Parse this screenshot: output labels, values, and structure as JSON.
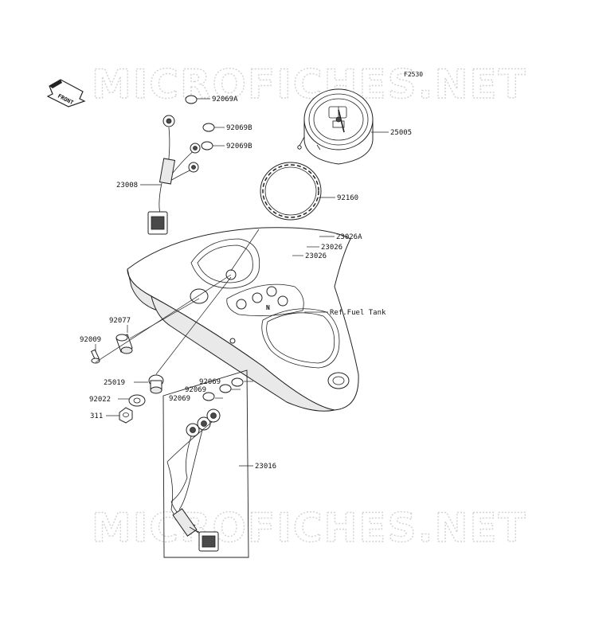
{
  "diagram": {
    "code": "F2530",
    "watermark": "MICROFICHES.NET",
    "front_label": "FRONT",
    "labels": {
      "p92069A": "92069A",
      "p92069B_1": "92069B",
      "p92069B_2": "92069B",
      "p25005": "25005",
      "p23008": "23008",
      "p92160": "92160",
      "p23026A": "23026A",
      "p23026_1": "23026",
      "p23026_2": "23026",
      "ref_fuel_tank": "Ref.Fuel Tank",
      "p92077": "92077",
      "p92009": "92009",
      "p25019": "25019",
      "p92022": "92022",
      "p311": "311",
      "p92069_1": "92069",
      "p92069_2": "92069",
      "p92069_3": "92069",
      "p23016": "23016"
    },
    "console_marks": {
      "neutral": "N"
    }
  }
}
